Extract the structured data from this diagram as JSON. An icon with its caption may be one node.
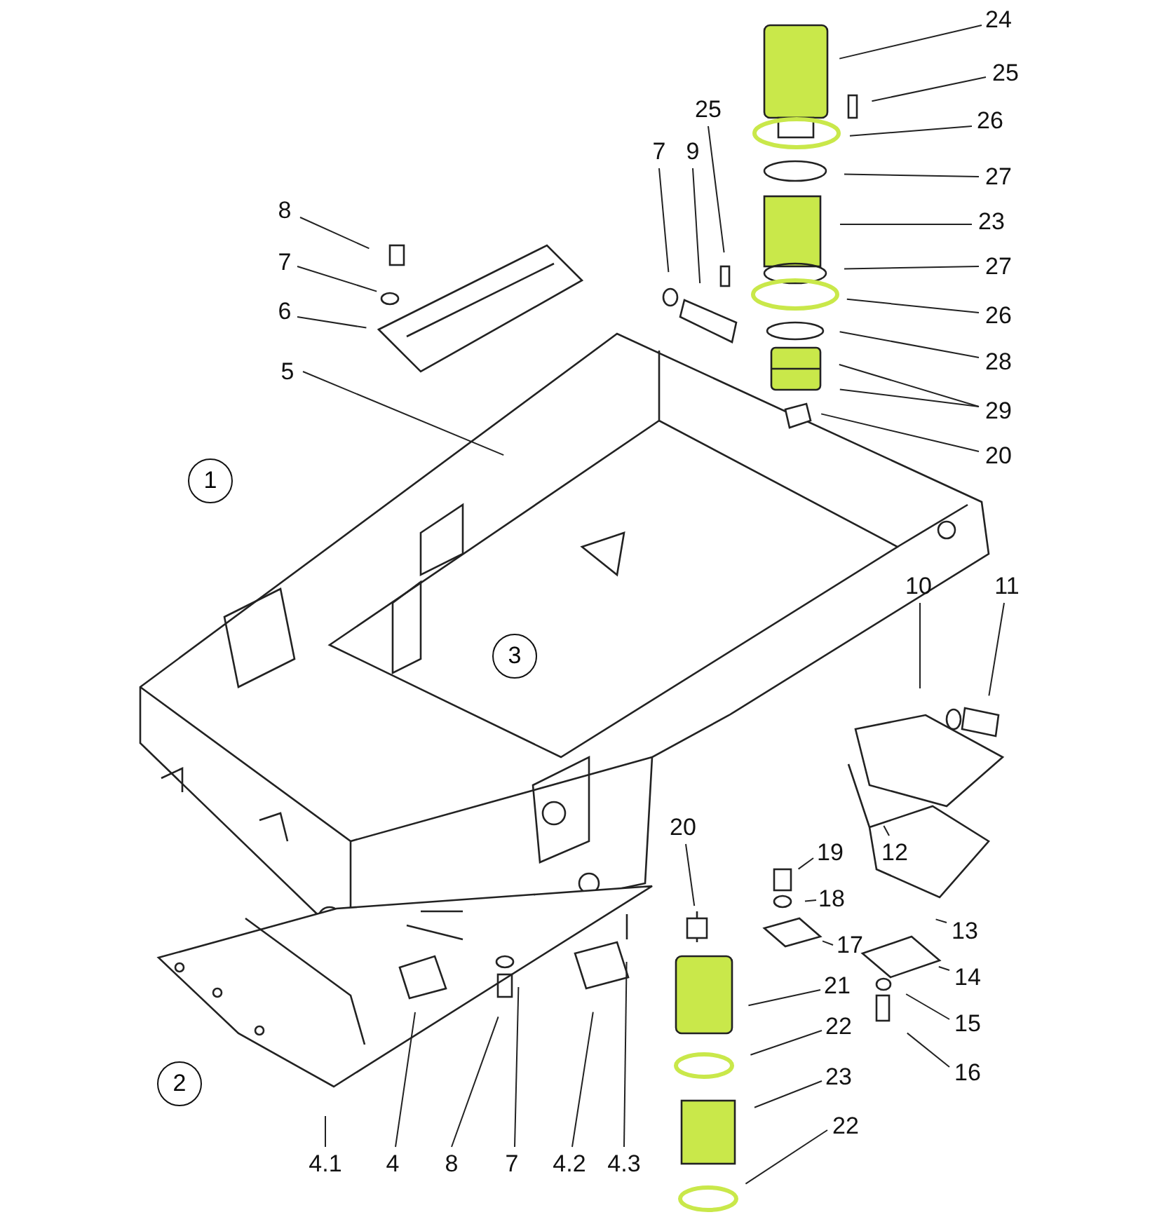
{
  "diagram": {
    "nodes": [
      {
        "text": [
          "24"
        ]
      },
      {
        "text": [
          "25"
        ]
      },
      {
        "text": [
          "26"
        ]
      },
      {
        "text": [
          "27"
        ]
      },
      {
        "text": [
          "23"
        ]
      },
      {
        "text": [
          "27"
        ]
      },
      {
        "text": [
          "26"
        ]
      },
      {
        "text": [
          "28"
        ]
      },
      {
        "text": [
          "29"
        ]
      },
      {
        "text": [
          "20"
        ]
      },
      {
        "text": [
          "7"
        ]
      },
      {
        "text": [
          "9"
        ]
      },
      {
        "text": [
          "25"
        ]
      },
      {
        "text": [
          "8"
        ]
      },
      {
        "text": [
          "7"
        ]
      },
      {
        "text": [
          "6"
        ]
      },
      {
        "text": [
          "5"
        ]
      },
      {
        "text": [
          "1"
        ]
      },
      {
        "text": [
          "3"
        ]
      },
      {
        "text": [
          "10"
        ]
      },
      {
        "text": [
          "11"
        ]
      },
      {
        "text": [
          "12"
        ]
      },
      {
        "text": [
          "19"
        ]
      },
      {
        "text": [
          "18"
        ]
      },
      {
        "text": [
          "20"
        ]
      },
      {
        "text": [
          "17"
        ]
      },
      {
        "text": [
          "13"
        ]
      },
      {
        "text": [
          "21"
        ]
      },
      {
        "text": [
          "14"
        ]
      },
      {
        "text": [
          "22"
        ]
      },
      {
        "text": [
          "15"
        ]
      },
      {
        "text": [
          "16"
        ]
      },
      {
        "text": [
          "23"
        ]
      },
      {
        "text": [
          "22"
        ]
      },
      {
        "text": [
          "2"
        ]
      },
      {
        "text": [
          "4.1"
        ]
      },
      {
        "text": [
          "4"
        ]
      },
      {
        "text": [
          "8"
        ]
      },
      {
        "text": [
          "7"
        ]
      },
      {
        "text": [
          "4.2"
        ]
      },
      {
        "text": [
          "4.3"
        ]
      }
    ],
    "edges": [
      {
        "from": 0,
        "to": null,
        "arrow": "none"
      },
      {
        "from": 1,
        "to": null,
        "arrow": "none"
      },
      {
        "from": 2,
        "to": null,
        "arrow": "none"
      },
      {
        "from": 3,
        "to": null,
        "arrow": "none"
      },
      {
        "from": 4,
        "to": null,
        "arrow": "none"
      },
      {
        "from": 5,
        "to": null,
        "arrow": "none"
      },
      {
        "from": 6,
        "to": null,
        "arrow": "none"
      },
      {
        "from": 7,
        "to": null,
        "arrow": "none"
      },
      {
        "from": 8,
        "to": null,
        "arrow": "none"
      },
      {
        "from": 8,
        "to": null,
        "arrow": "none"
      },
      {
        "from": 9,
        "to": null,
        "arrow": "none"
      },
      {
        "from": 10,
        "to": null,
        "arrow": "none"
      },
      {
        "from": 11,
        "to": null,
        "arrow": "none"
      },
      {
        "from": 12,
        "to": null,
        "arrow": "none"
      },
      {
        "from": 13,
        "to": null,
        "arrow": "none"
      },
      {
        "from": 14,
        "to": null,
        "arrow": "none"
      },
      {
        "from": 15,
        "to": null,
        "arrow": "none"
      },
      {
        "from": 16,
        "to": null,
        "arrow": "none"
      },
      {
        "from": 19,
        "to": null,
        "arrow": "none"
      },
      {
        "from": 20,
        "to": null,
        "arrow": "none"
      },
      {
        "from": 21,
        "to": null,
        "arrow": "none"
      },
      {
        "from": 22,
        "to": null,
        "arrow": "none"
      },
      {
        "from": 23,
        "to": null,
        "arrow": "none"
      },
      {
        "from": 24,
        "to": null,
        "arrow": "none"
      },
      {
        "from": 25,
        "to": null,
        "arrow": "none"
      },
      {
        "from": 26,
        "to": null,
        "arrow": "none"
      },
      {
        "from": 27,
        "to": null,
        "arrow": "none"
      },
      {
        "from": 28,
        "to": null,
        "arrow": "none"
      },
      {
        "from": 29,
        "to": null,
        "arrow": "none"
      },
      {
        "from": 30,
        "to": null,
        "arrow": "none"
      },
      {
        "from": 31,
        "to": null,
        "arrow": "none"
      },
      {
        "from": 32,
        "to": null,
        "arrow": "none"
      },
      {
        "from": 33,
        "to": null,
        "arrow": "none"
      },
      {
        "from": 35,
        "to": null,
        "arrow": "none"
      },
      {
        "from": 36,
        "to": null,
        "arrow": "none"
      },
      {
        "from": 37,
        "to": null,
        "arrow": "none"
      },
      {
        "from": 38,
        "to": null,
        "arrow": "none"
      },
      {
        "from": 39,
        "to": null,
        "arrow": "none"
      },
      {
        "from": 40,
        "to": null,
        "arrow": "none"
      }
    ]
  }
}
